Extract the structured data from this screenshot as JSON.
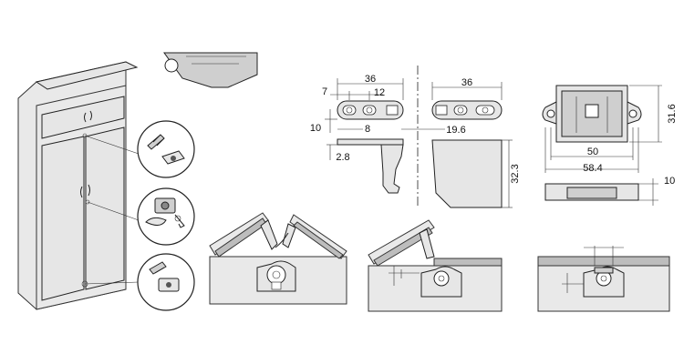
{
  "dimensions": {
    "d36_left": "36",
    "d7": "7",
    "d12": "12",
    "d10_left": "10",
    "d8": "8",
    "d19_6": "19.6",
    "d2_8": "2.8",
    "d36_right": "36",
    "d32_3": "32.3",
    "d50": "50",
    "d58_4": "58.4",
    "d31_6": "31.6",
    "d10_right": "10"
  },
  "colors": {
    "line": "#222222",
    "fill_light": "#e6e6e6",
    "fill_mid": "#cfcfcf",
    "fill_dark": "#bdbdbd"
  },
  "icons": [
    "cabinet-icon",
    "lock-detail-icon",
    "key-icon",
    "catch-icon"
  ]
}
